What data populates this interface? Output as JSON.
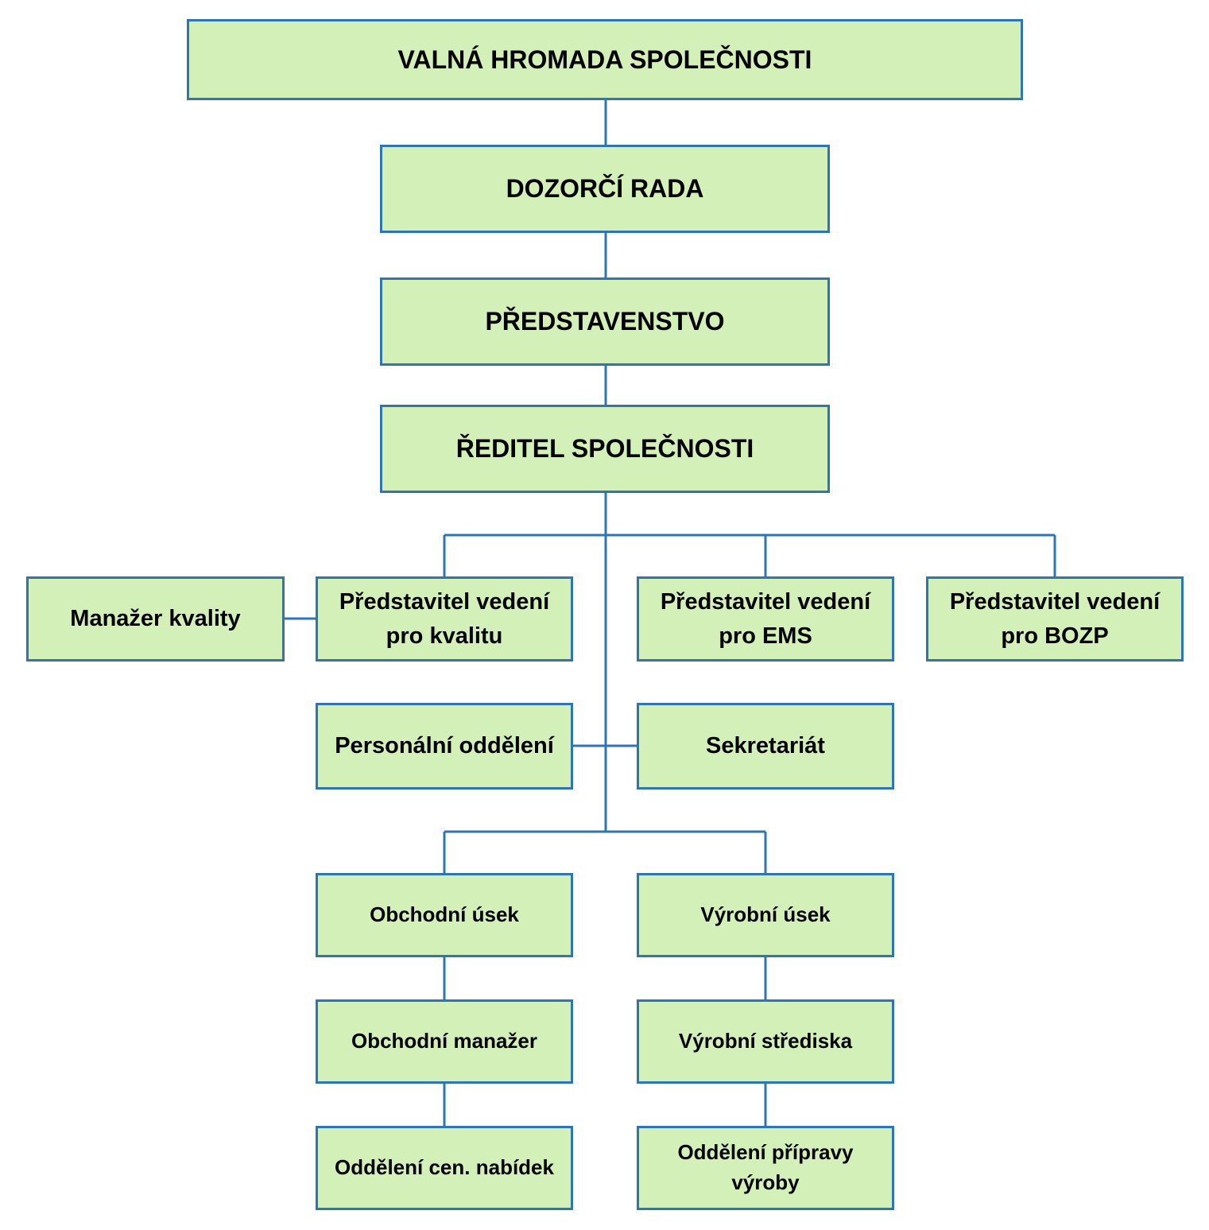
{
  "colors": {
    "box_fill": "#d3f0b8",
    "box_border": "#2e75b6",
    "connector": "#2e75b6"
  },
  "nodes": {
    "general_meeting": "VALNÁ HROMADA SPOLEČNOSTI",
    "supervisory_board": "DOZORČÍ RADA",
    "board_of_directors": "PŘEDSTAVENSTVO",
    "company_director": "ŘEDITEL SPOLEČNOSTI",
    "quality_manager": "Manažer kvality",
    "rep_quality": "Představitel vedení\npro kvalitu",
    "rep_ems": "Představitel vedení\npro EMS",
    "rep_bozp": "Představitel vedení\npro BOZP",
    "hr_department": "Personální oddělení",
    "secretariat": "Sekretariát",
    "sales_division": "Obchodní úsek",
    "production_division": "Výrobní úsek",
    "sales_manager": "Obchodní manažer",
    "production_centers": "Výrobní střediska",
    "price_offers_department": "Oddělení cen. nabídek",
    "production_prep_department": "Oddělení přípravy\nvýroby"
  }
}
